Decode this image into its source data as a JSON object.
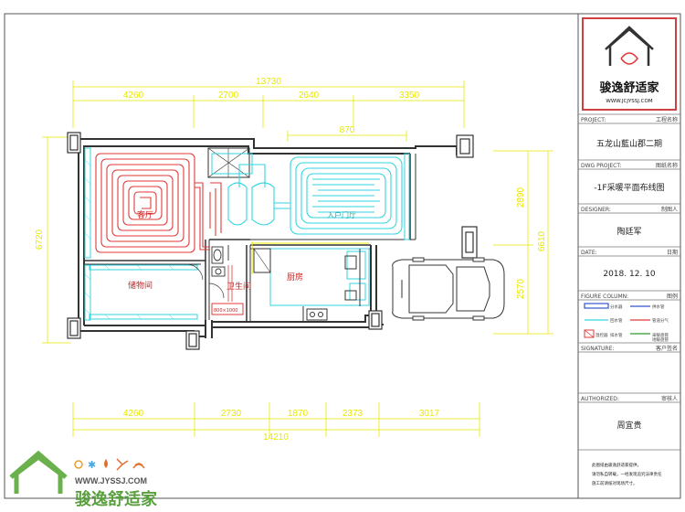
{
  "drawing": {
    "total_top": "13730",
    "top_dims": [
      "4260",
      "2700",
      "2640",
      "3350"
    ],
    "bottom_total": "14210",
    "bottom_dims": [
      "4260",
      "2730",
      "1870",
      "2373",
      "3017"
    ],
    "left_dim": "6720",
    "right_outer": "6610",
    "right_dims": [
      "2890",
      "2570"
    ],
    "inner_top_dim": "870",
    "rooms": {
      "living": "客厅",
      "storage": "储物间",
      "bathroom": "卫生间",
      "kitchen": "厨房",
      "entry": "入户门厅",
      "boiler_note": "800×1000"
    }
  },
  "title_block": {
    "logo_name": "骏逸舒适家",
    "logo_url": "WWW.JCJYSSJ.COM",
    "project_label_en": "PROJECT:",
    "project_label_cn": "工程名称",
    "project_name": "五龙山藍山郡二期",
    "dwg_label_en": "DWG PROJECT:",
    "dwg_label_cn": "图纸名称",
    "dwg_name": "-1F采暖平面布线图",
    "designer_label_en": "DESIGNER:",
    "designer_label_cn": "制图人",
    "designer_name": "陶廷军",
    "date_label_en": "DATE:",
    "date_label_cn": "日期",
    "date_value": "2018. 12. 10",
    "legend_label_en": "FIGURE COLUMN:",
    "legend_label_cn": "图例",
    "legend_items": [
      "分水器",
      "供水管",
      "回水管",
      "管道分气",
      "温控器",
      "采暖盘管",
      "排水管",
      "地暖盘管"
    ],
    "signature_label_en": "SIGNATURE:",
    "signature_label_cn": "客户签名",
    "authorized_label_en": "AUTHORIZED:",
    "authorized_label_cn": "审核人",
    "authorized_name": "周宜贵",
    "footer_note_1": "此图纸由骏逸舒适家提供，",
    "footer_note_2": "请勿私自转载，一经发现追究法律责任",
    "footer_note_3": "施工前请核对现场尺寸。"
  },
  "watermark": {
    "url": "WWW.JYSSJ.COM",
    "brand": "骏逸舒适家",
    "icons": [
      "sun-icon",
      "snowflake-icon",
      "water-drop-icon",
      "fan-icon",
      "wifi-icon"
    ]
  },
  "colors": {
    "wall": "#333333",
    "cyan_pipe": "#33d6e0",
    "red_pipe": "#e03a3a",
    "dimension": "#e8e800",
    "frame_red": "#d04040"
  }
}
